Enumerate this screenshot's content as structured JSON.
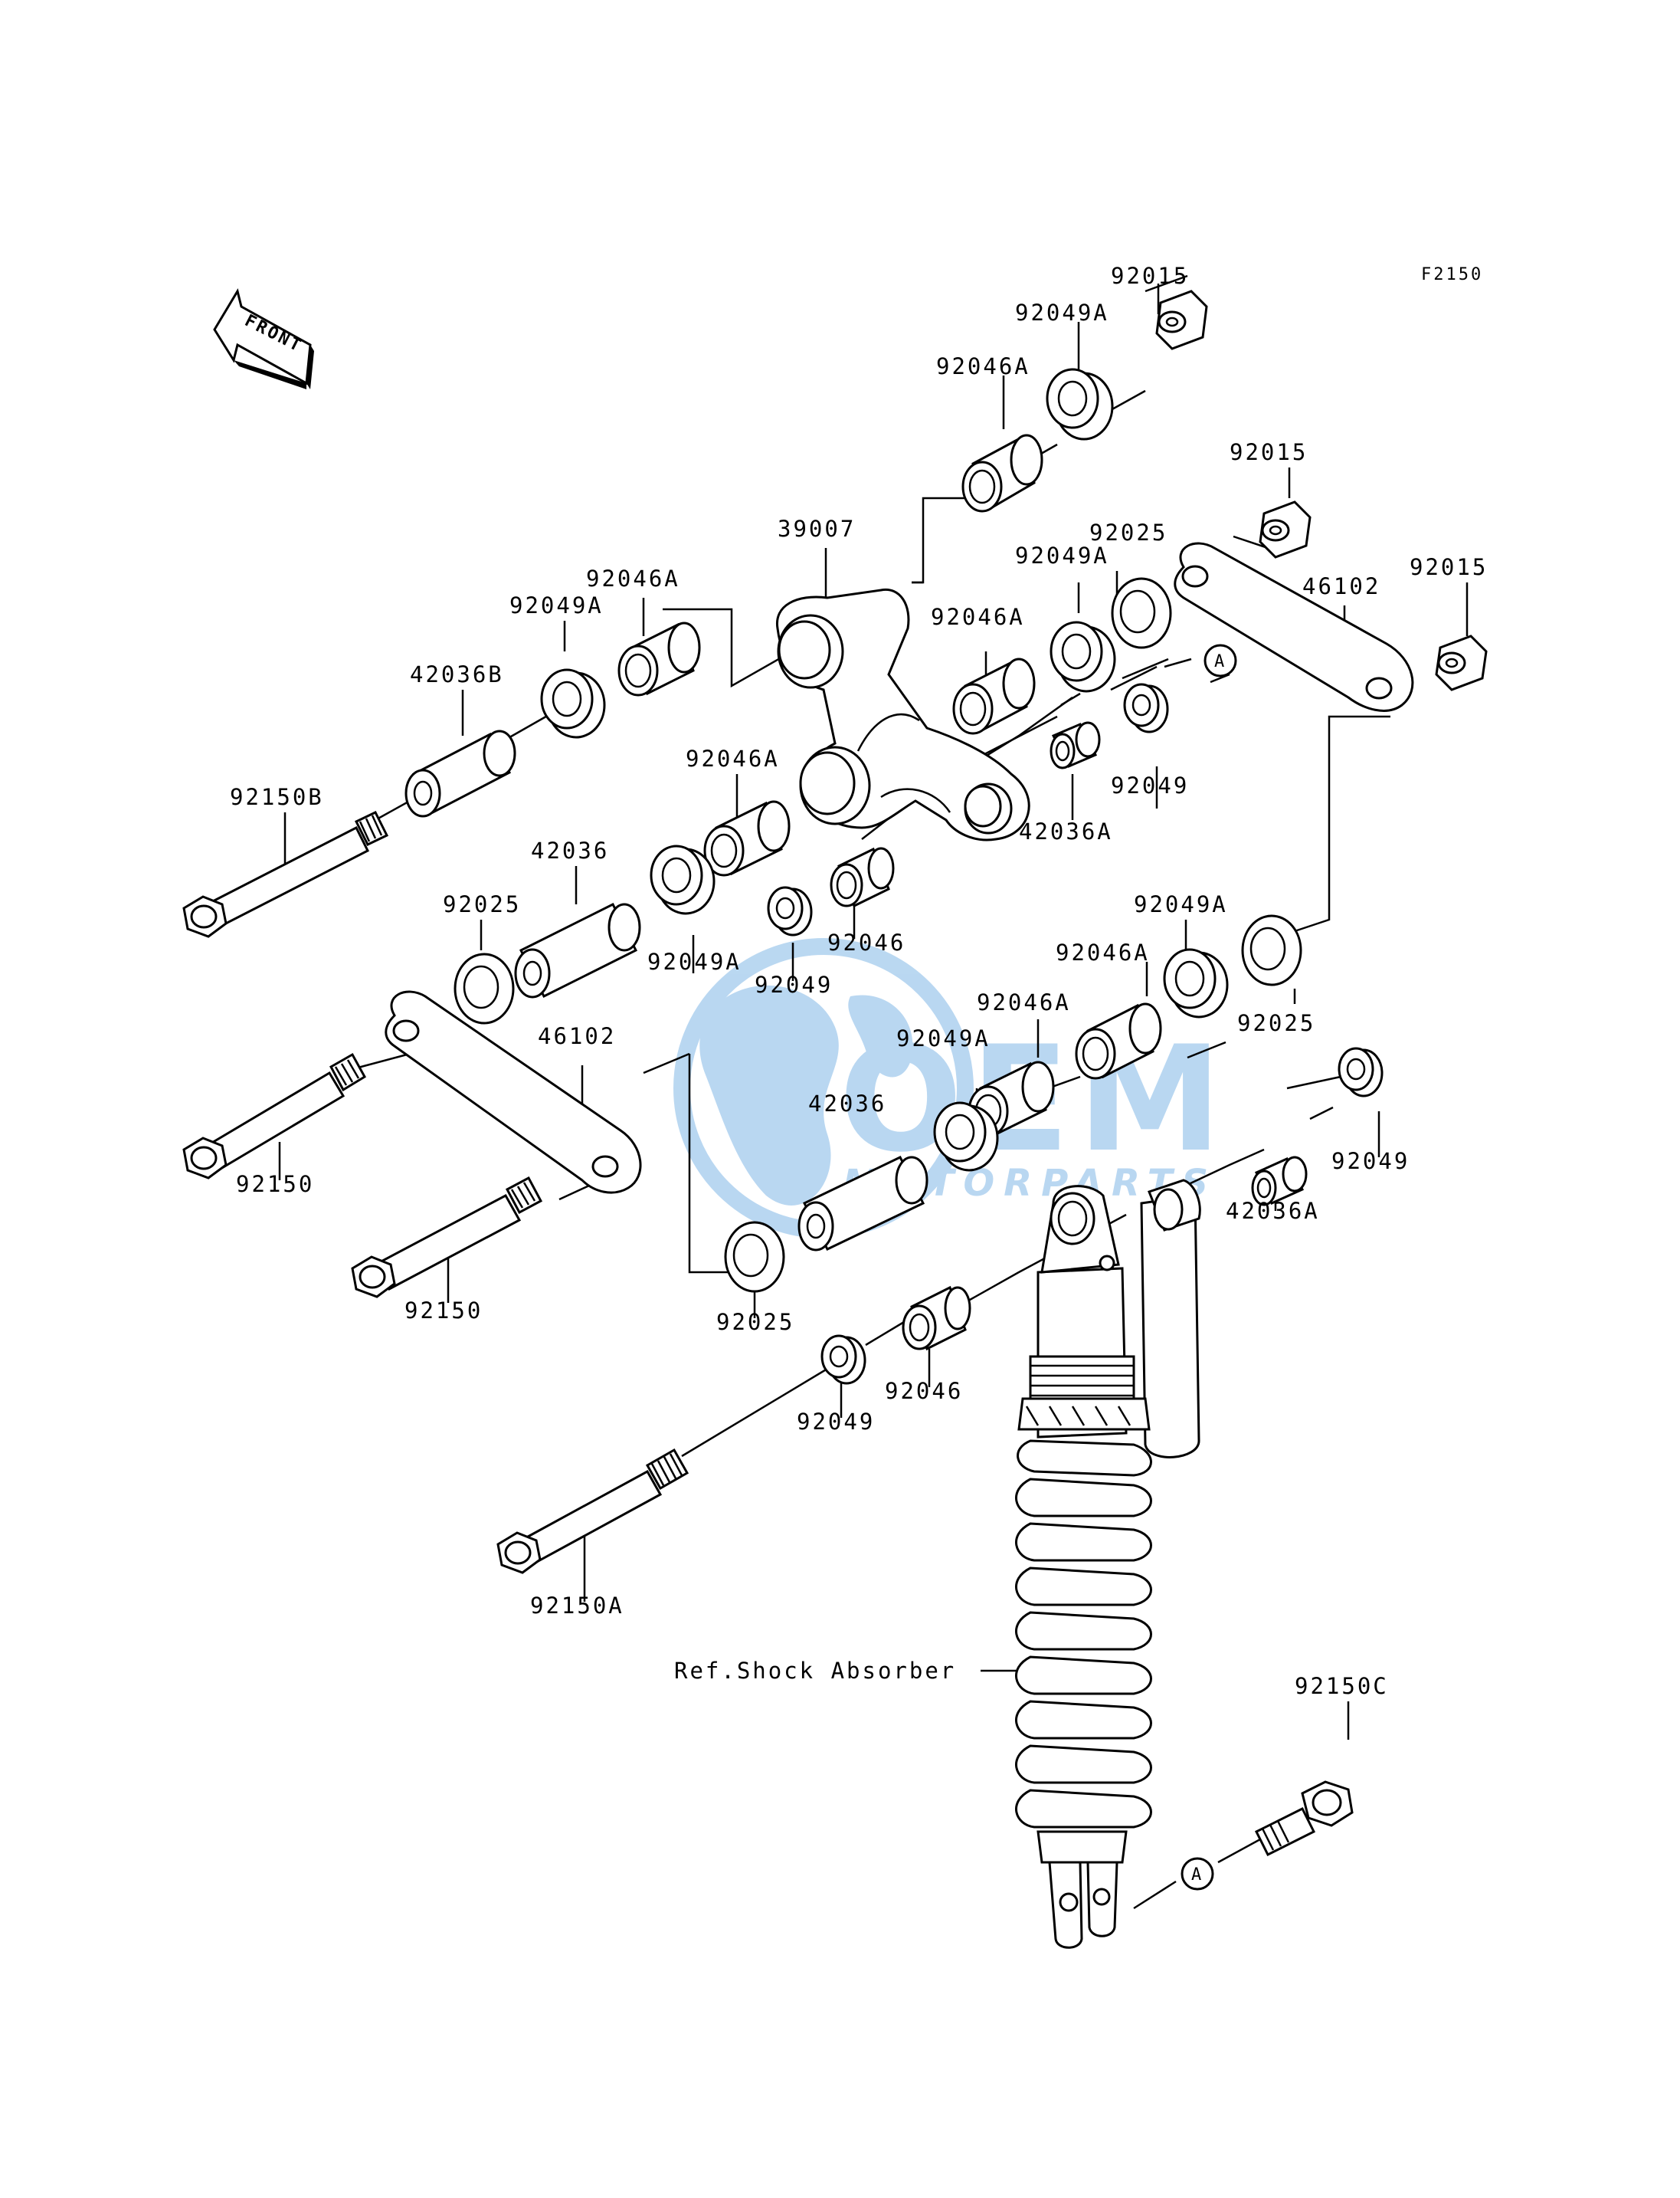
{
  "diagram_code": "F2150",
  "direction_arrow": {
    "label": "FRONT",
    "icon": "front-arrow-icon"
  },
  "watermark": {
    "brand": "OEM",
    "sub": "MOTORPARTS",
    "icon": "globe-icon",
    "color": "#3a8fd8"
  },
  "ref_marker": "A",
  "labels": {
    "p92015_top": "92015",
    "p92049A_top": "92049A",
    "p92046A_top": "92046A",
    "p92015_mid": "92015",
    "p39007": "39007",
    "p92025_upper": "92025",
    "p92049A_upper_r": "92049A",
    "p92046A_upper_r": "92046A",
    "p46102_right": "46102",
    "p92015_right": "92015",
    "p92046A_left": "92046A",
    "p92049A_left": "92049A",
    "p42036B": "42036B",
    "p92150B": "92150B",
    "p92049_upper": "92049",
    "p42036A_upper": "42036A",
    "p92046A_center": "92046A",
    "p42036_upper": "42036",
    "p92025_left": "92025",
    "p92049A_center": "92049A",
    "p92049_center": "92049",
    "p92046_center": "92046",
    "p92049A_right": "92049A",
    "p92025_right": "92025",
    "p92046A_right": "92046A",
    "p92046A_lower": "92046A",
    "p92049A_lower": "92049A",
    "p46102_left": "46102",
    "p42036_lower": "42036",
    "p92150_upper": "92150",
    "p92150_lower": "92150",
    "p92025_lower": "92025",
    "p92049_right": "92049",
    "p42036A_lower": "42036A",
    "p92046_lower": "92046",
    "p92049_lower": "92049",
    "p92150A": "92150A",
    "ref_shock": "Ref.Shock Absorber",
    "p92150C": "92150C"
  }
}
